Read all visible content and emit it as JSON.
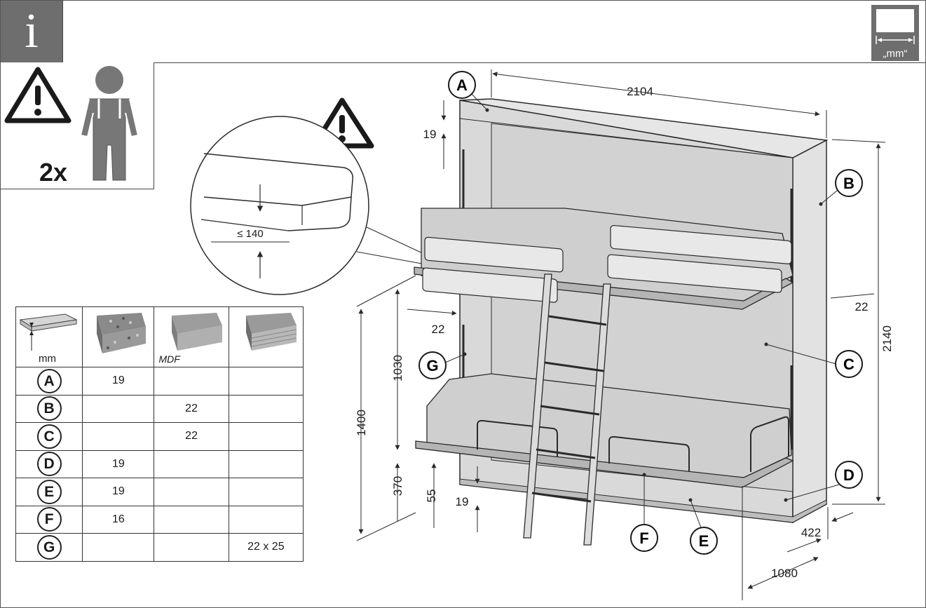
{
  "header": {
    "info_glyph": "i",
    "unit_label": "„mm“",
    "info_icon": "info-icon",
    "unit_icon": "measure-mm-icon"
  },
  "warning_panel": {
    "persons": "2x",
    "icons": [
      "warning-triangle-icon",
      "person-icon"
    ]
  },
  "detail": {
    "max_height": "≤ 140",
    "icon": "warning-triangle-icon"
  },
  "part_labels": [
    "A",
    "B",
    "C",
    "D",
    "E",
    "F",
    "G"
  ],
  "dimensions": {
    "width": "2104",
    "height": "2140",
    "depth": "1080",
    "cabinet_depth": "422",
    "upper_clearance": "1030",
    "lower_bed_height": "370",
    "upper_bed_height": "1400",
    "top_thickness": "19",
    "side_thickness": "22",
    "back_inset": "22",
    "bottom_thickness": "19",
    "plinth": "55"
  },
  "materials_table": {
    "header_unit": "mm",
    "mdf_label": "MDF",
    "material_icons": [
      "particle-board-icon",
      "mdf-board-icon",
      "solid-wood-icon"
    ],
    "rows": [
      {
        "part": "A",
        "particle": "19",
        "mdf": "",
        "wood": ""
      },
      {
        "part": "B",
        "particle": "",
        "mdf": "22",
        "wood": ""
      },
      {
        "part": "C",
        "particle": "",
        "mdf": "22",
        "wood": ""
      },
      {
        "part": "D",
        "particle": "19",
        "mdf": "",
        "wood": ""
      },
      {
        "part": "E",
        "particle": "19",
        "mdf": "",
        "wood": ""
      },
      {
        "part": "F",
        "particle": "16",
        "mdf": "",
        "wood": ""
      },
      {
        "part": "G",
        "particle": "",
        "mdf": "",
        "wood": "22 x 25"
      }
    ]
  },
  "colors": {
    "panel_gray": "#6e6e6e",
    "cabinet_fill": "#d9d9d9",
    "mattress_fill": "#cfcfcf",
    "line": "#2a2a2a"
  }
}
